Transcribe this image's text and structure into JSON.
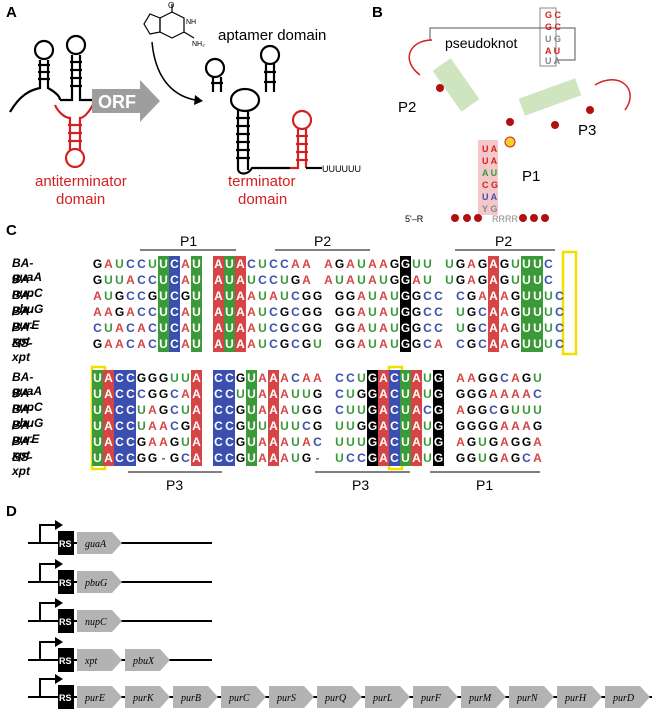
{
  "panels": {
    "a": "A",
    "b": "B",
    "c": "C",
    "d": "D"
  },
  "panel_a": {
    "orf_label": "ORF",
    "aptamer_label": "aptamer domain",
    "antiterminator_label": [
      "antiterminator",
      "domain"
    ],
    "terminator_label": [
      "terminator",
      "domain"
    ],
    "poly_u": "UUUUUU"
  },
  "panel_b": {
    "pseudoknot": "pseudoknot",
    "p1": "P1",
    "p2": "P2",
    "p3": "P3",
    "five_prime": "5'–R",
    "tail": "RRRR"
  },
  "panel_c": {
    "top_stems": [
      "P1",
      "P2",
      "P2"
    ],
    "bottom_stems": [
      "P3",
      "P3",
      "P1"
    ],
    "names": [
      "BA-guaA",
      "BA-nupC",
      "BA-pbuG",
      "BA-purE",
      "BA-xpt",
      "BS-xpt"
    ],
    "block1": [
      "GAUCCUUCAU AUACUCCAA AGAUAAGGUU UGAGAGUUUC",
      "GUUACCUCAU AUAUCCUGA AUAUAUGGAU UGAGAGUUUC",
      "AUGCCGUCGU AUAAUAUCGG GGAUAUGGCC CGAAAGUUUC",
      "AAGACCUCAU AUAAUCGCGG GGAUAUGGCC UGCAAGUUUC",
      "CUACACUCAU AUAAUCGCGG GGAUAUGGCC UGCAAGUUUC",
      "GAACACUCAU AUAAUCGCGU GGAUAUGGCA CGCAAGUUUC"
    ],
    "block2": [
      "UACCGGGUUA CCGUAAACAA CCUGACUAUG AAGGCAGU",
      "UACCCGGCAA CCUUAAAUUG CUGGACUAUG GGGAAAAC",
      "UACCUAGCUA CCGUAAAUGG CUUGACUACG AGGCGUUU",
      "UACCUAACGA CCGUUAUUCG UUGGACUAUG GGGGAAAG",
      "UACCGAAGUA CCGUAAAUAC UUUGACUAUG AGUGAGGA",
      "UACCGG-GCA CCGUAAAUG- UCCGACUAUG GGUGAGCA"
    ]
  },
  "panel_d": {
    "rs": "RS",
    "rows": [
      [
        "guaA"
      ],
      [
        "pbuG"
      ],
      [
        "nupC"
      ],
      [
        "xpt",
        "pbuX"
      ],
      [
        "purE",
        "purK",
        "purB",
        "purC",
        "purS",
        "purQ",
        "purL",
        "purF",
        "purM",
        "purN",
        "purH",
        "purD"
      ]
    ]
  },
  "colors": {
    "red": "#d42020",
    "A": "#d64545",
    "U": "#3a9a3a",
    "C": "#3b4fb0",
    "G": "#000000"
  }
}
